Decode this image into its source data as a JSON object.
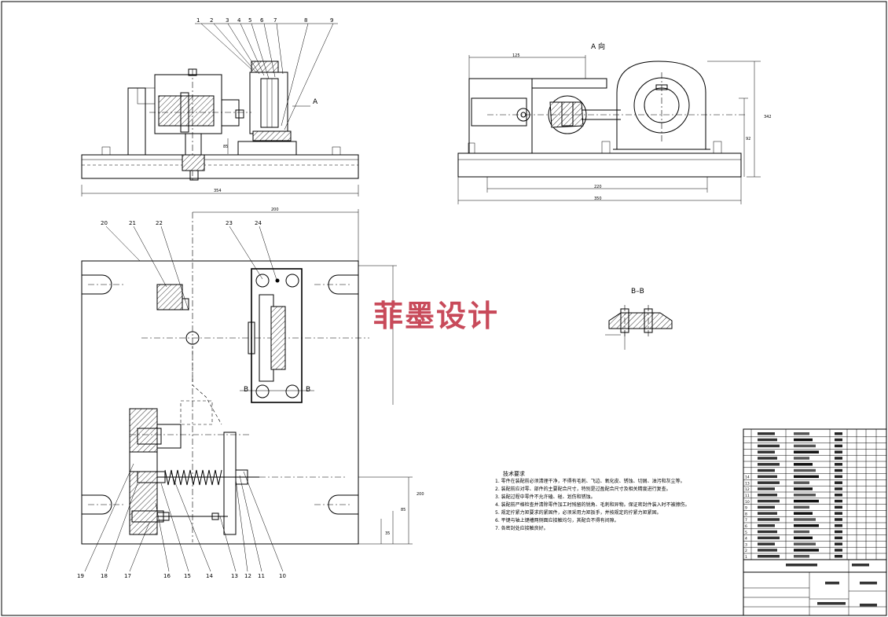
{
  "watermark": "菲墨设计",
  "views": {
    "view_a_label": "A 向",
    "section_bb_label": "B–B",
    "section_marker_a": "A",
    "section_marker_b_left": "B",
    "section_marker_b_right": "B"
  },
  "part_numbers_top": [
    "1",
    "2",
    "3",
    "4",
    "5",
    "6",
    "7",
    "8",
    "9"
  ],
  "part_numbers_middle": [
    "20",
    "21",
    "22",
    "23",
    "24"
  ],
  "part_numbers_bottom": [
    "19",
    "18",
    "17",
    "16",
    "15",
    "14",
    "13",
    "12",
    "11",
    "10"
  ],
  "dimensions": {
    "front_width": "354",
    "front_height": "85",
    "side_top": "125",
    "side_mid": "220",
    "side_total": "350",
    "side_height_right": "342",
    "side_height_inner": "92",
    "plan_top": "200",
    "plan_right_a": "200",
    "plan_right_b": "85",
    "plan_right_c": "35"
  },
  "technical_requirements": {
    "title": "技术要求",
    "items": [
      "1. 零件在装配前必须清理干净，不得有毛刺、飞边、氧化皮、锈蚀、切屑、油污和灰尘等。",
      "2. 装配前应对零、部件的主要配合尺寸，特别是过盈配合尺寸及相关精度进行复查。",
      "3. 装配过程中零件不允许磕、碰、划伤和锈蚀。",
      "4. 装配前严格检查并清除零件加工时残留的锐角、毛刺和异物。保证密封件装入时不被擦伤。",
      "5. 规定拧紧力矩要求的紧固件，必须采用力矩扳手，并按规定的拧紧力矩紧固。",
      "6. 平键与轴上键槽两侧面应接触均匀，其配合不得有间隙。",
      "7. 各密封处应接触良好。"
    ]
  },
  "title_block": {
    "seq_numbers": [
      "1",
      "2",
      "3",
      "4",
      "5",
      "6",
      "7",
      "8",
      "9",
      "10",
      "11",
      "12",
      "13",
      "14"
    ]
  }
}
